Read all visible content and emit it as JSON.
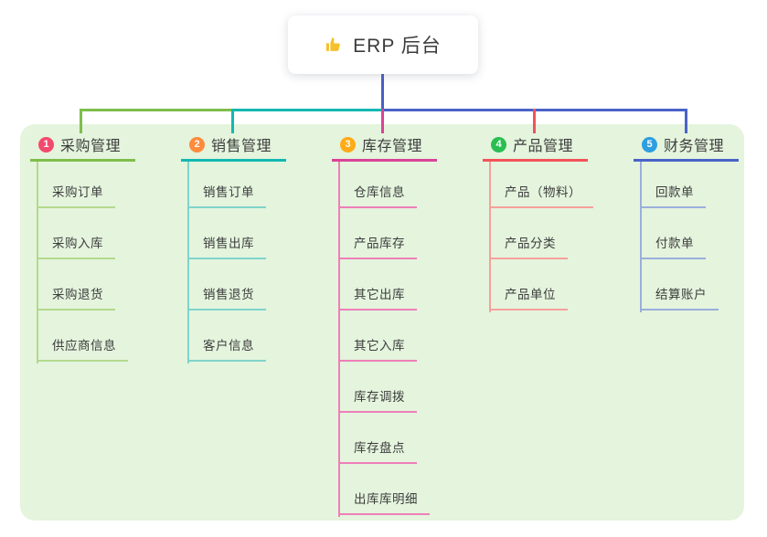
{
  "root": {
    "label": "ERP 后台",
    "icon": "thumbs-up",
    "icon_color": "#f5c02a"
  },
  "panel": {
    "background": "#e4f4dd"
  },
  "connectors": {
    "root_drop_color": "#4a5fc5"
  },
  "branches": [
    {
      "number": "1",
      "label": "采购管理",
      "badge_color": "#f24a6e",
      "line_color": "#7ebe4b",
      "child_line_color": "#b3d98d",
      "children": [
        "采购订单",
        "采购入库",
        "采购退货",
        "供应商信息"
      ]
    },
    {
      "number": "2",
      "label": "销售管理",
      "badge_color": "#ff8b3d",
      "line_color": "#13b8b1",
      "child_line_color": "#7fd4cc",
      "children": [
        "销售订单",
        "销售出库",
        "销售退货",
        "客户信息"
      ]
    },
    {
      "number": "3",
      "label": "库存管理",
      "badge_color": "#ffab17",
      "line_color": "#da4397",
      "child_line_color": "#ee7fb8",
      "children": [
        "仓库信息",
        "产品库存",
        "其它出库",
        "其它入库",
        "库存调拨",
        "库存盘点",
        "出库库明细"
      ]
    },
    {
      "number": "4",
      "label": "产品管理",
      "badge_color": "#2abe52",
      "line_color": "#f3525b",
      "child_line_color": "#f7a09c",
      "children": [
        "产品（物料）",
        "产品分类",
        "产品单位"
      ]
    },
    {
      "number": "5",
      "label": "财务管理",
      "badge_color": "#2d9fe0",
      "line_color": "#4a63c8",
      "child_line_color": "#9aaedc",
      "children": [
        "回款单",
        "付款单",
        "结算账户"
      ]
    }
  ]
}
